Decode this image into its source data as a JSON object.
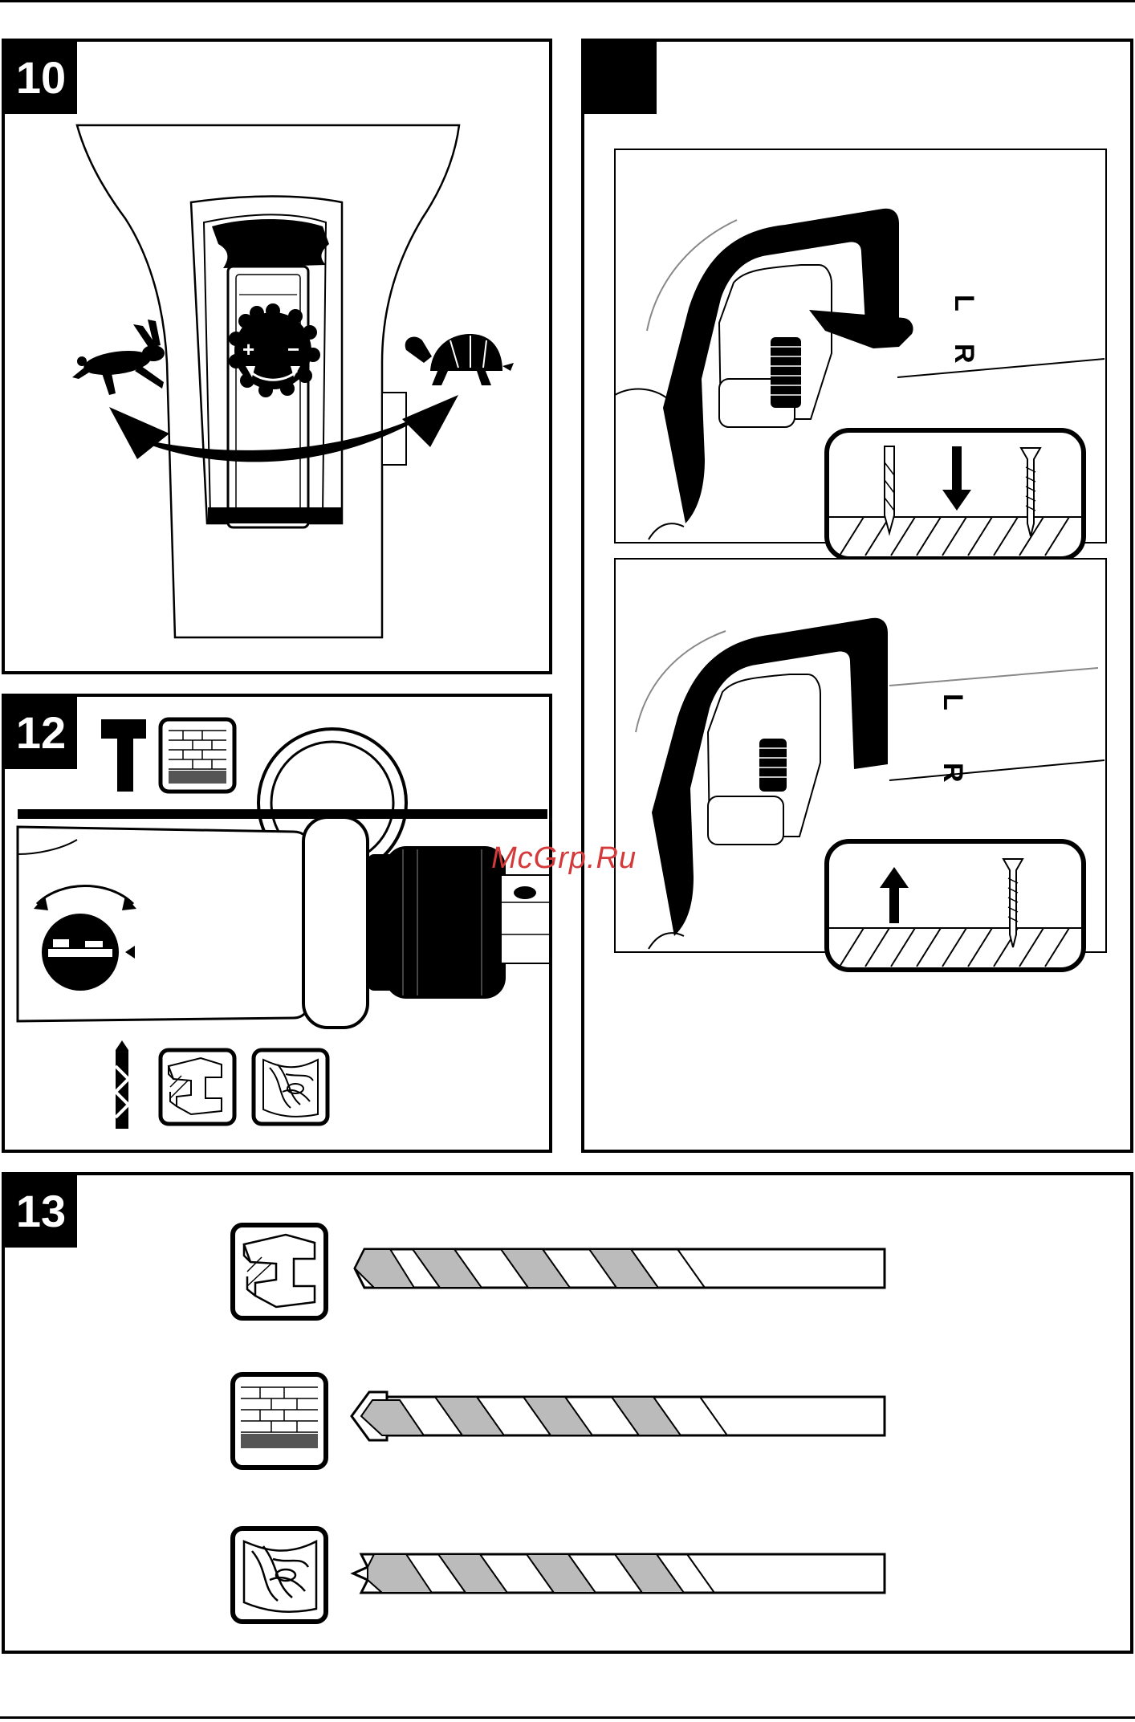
{
  "panels": {
    "p10": {
      "number": "10"
    },
    "p11": {
      "number": ""
    },
    "p12": {
      "number": "12"
    },
    "p13": {
      "number": "13"
    }
  },
  "dial": {
    "plus": "+",
    "minus": "−"
  },
  "direction": {
    "left": "L",
    "right": "R"
  },
  "watermark": "McGrp.Ru",
  "icons": {
    "fast": "hare-icon",
    "slow": "tortoise-icon",
    "hammer_mode": "hammer-icon",
    "drill_mode": "drill-bit-icon",
    "masonry": "brick-wall-icon",
    "metal": "steel-beam-icon",
    "wood": "wood-grain-icon"
  }
}
